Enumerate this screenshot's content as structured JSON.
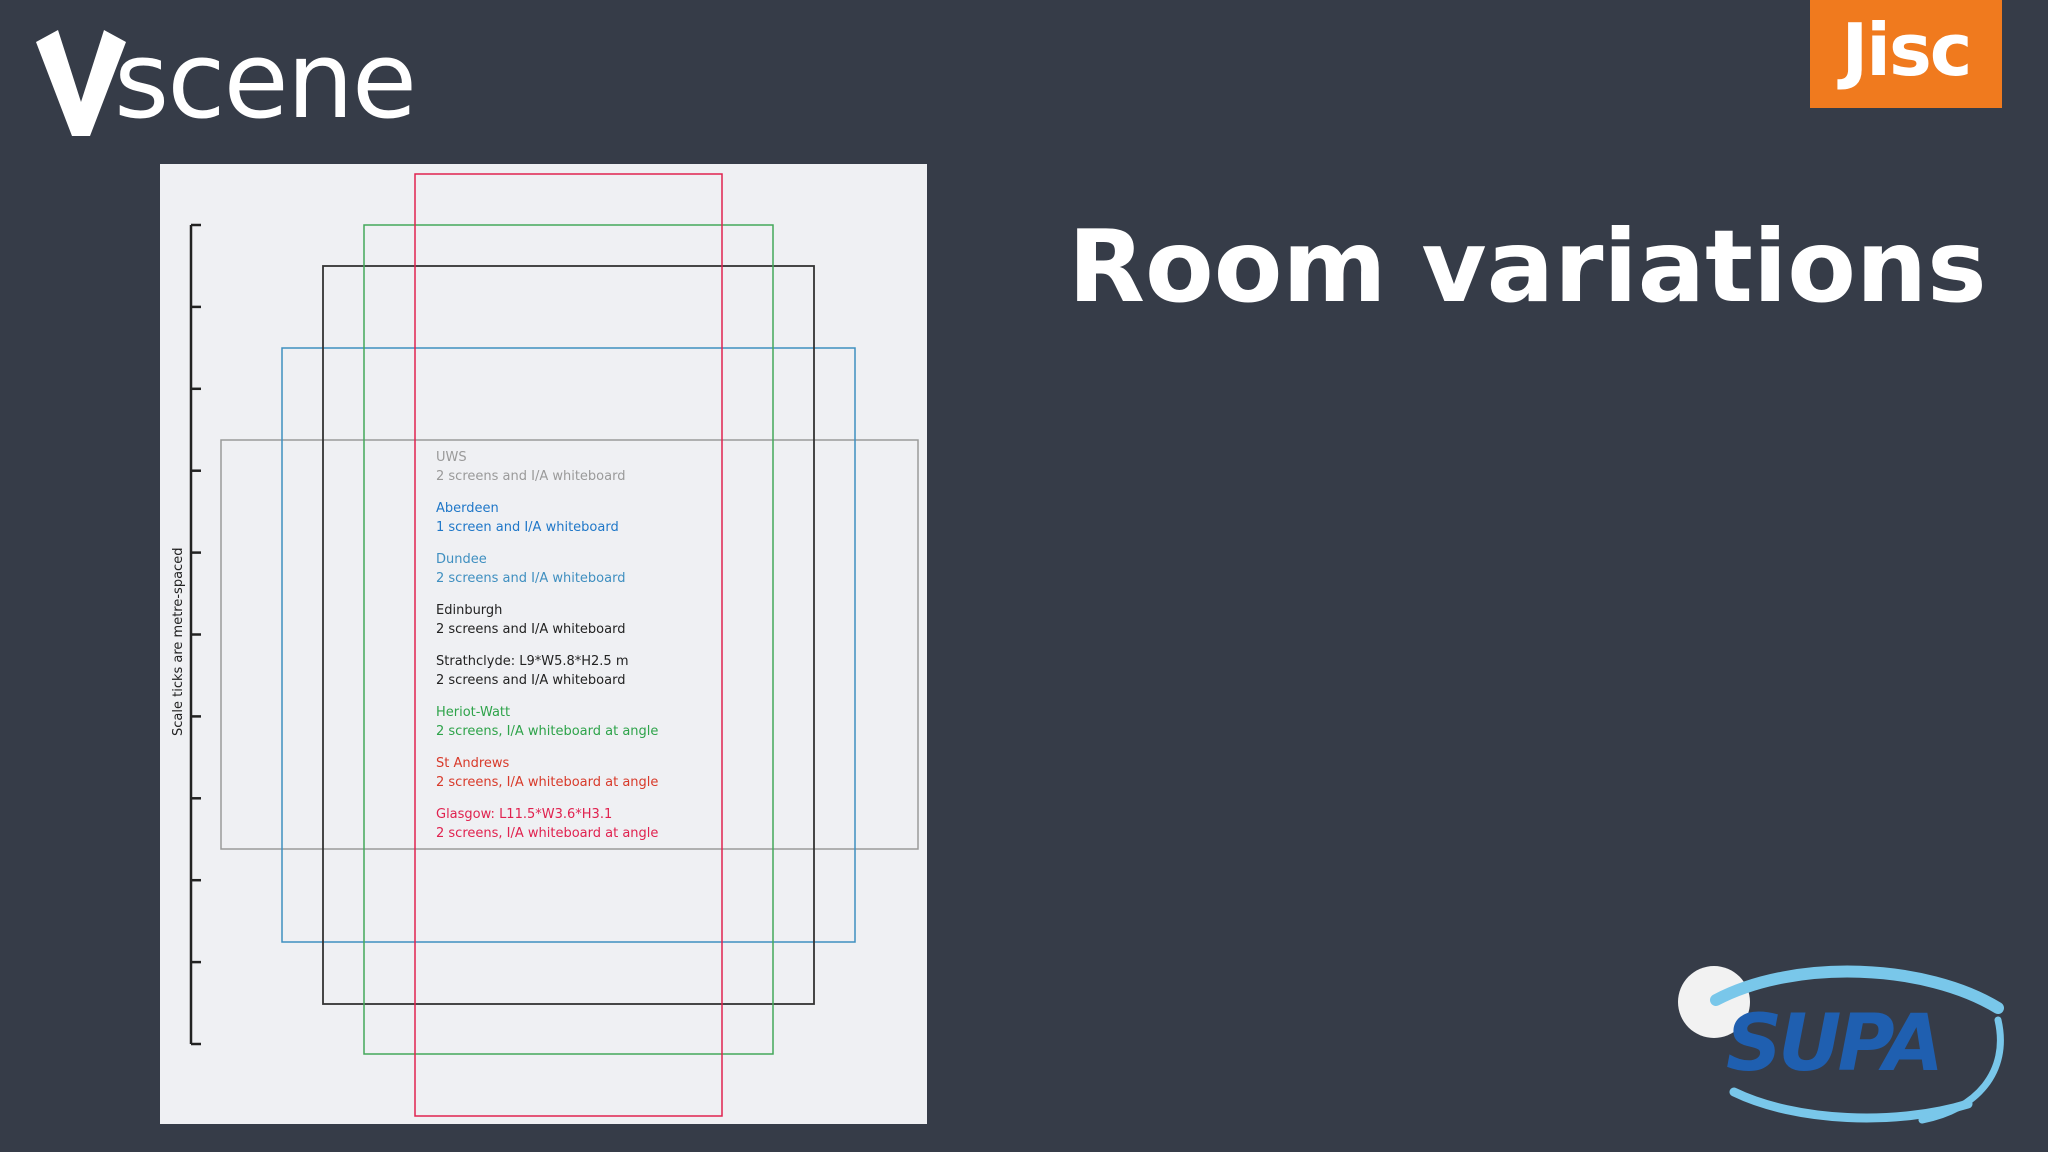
{
  "branding": {
    "vscene_logo": "Vscene",
    "jisc_logo": "Jisc",
    "supa_logo": "SUPA",
    "jisc_color": "#f07a1e"
  },
  "slide": {
    "title": "Room variations"
  },
  "floor_plan": {
    "scale_note": "Scale ticks are metre-spaced",
    "rooms": [
      {
        "name": "UWS",
        "description": "2 screens and I/A whiteboard",
        "color": "#9a9a9a"
      },
      {
        "name": "Aberdeen",
        "description": "1 screen and I/A whiteboard",
        "color": "#1f77c8"
      },
      {
        "name": "Dundee",
        "description": "2 screens and I/A whiteboard",
        "color": "#3f8fc0"
      },
      {
        "name": "Edinburgh",
        "description": "2 screens and I/A whiteboard",
        "color": "#222222"
      },
      {
        "name": "Strathclyde: L9*W5.8*H2.5 m",
        "description": "2 screens and I/A whiteboard",
        "color": "#222222"
      },
      {
        "name": "Heriot-Watt",
        "description": "2 screens, I/A whiteboard at angle",
        "color": "#2ea34a"
      },
      {
        "name": "St Andrews",
        "description": "2 screens, I/A whiteboard at angle",
        "color": "#d83a2a"
      },
      {
        "name": "Glasgow: L11.5*W3.6*H3.1",
        "description": "2 screens, I/A whiteboard at angle",
        "color": "#e0224f"
      }
    ]
  }
}
